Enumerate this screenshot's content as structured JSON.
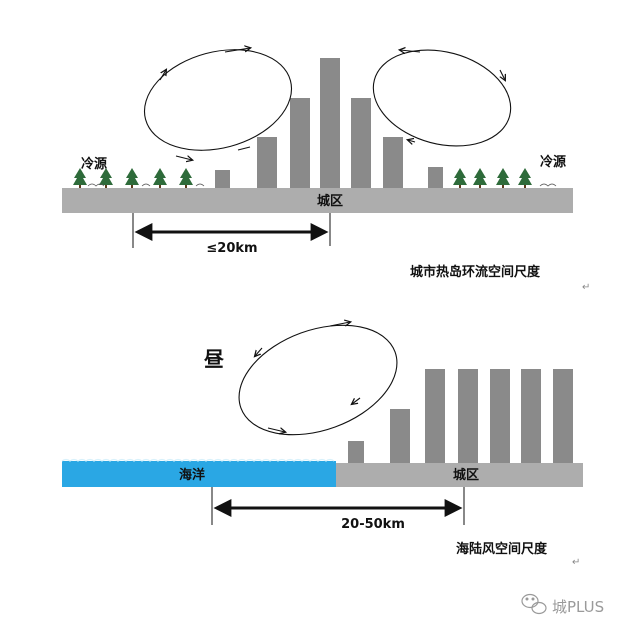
{
  "diagram1": {
    "left_label": "冷源",
    "right_label": "冷源",
    "ground_label": "城区",
    "distance_label": "≤20km",
    "caption": "城市热岛环流空间尺度"
  },
  "diagram2": {
    "time_label": "昼",
    "sea_label": "海洋",
    "city_label": "城区",
    "distance_label": "20-50km",
    "caption": "海陆风空间尺度"
  },
  "return_mark": "↵",
  "watermark": {
    "icon": "wechat-icon",
    "text": "城PLUS"
  },
  "colors": {
    "ground": "#adadad",
    "building": "#8a8a8a",
    "sea": "#2aa7e4",
    "tree": "#2e6b3a"
  }
}
